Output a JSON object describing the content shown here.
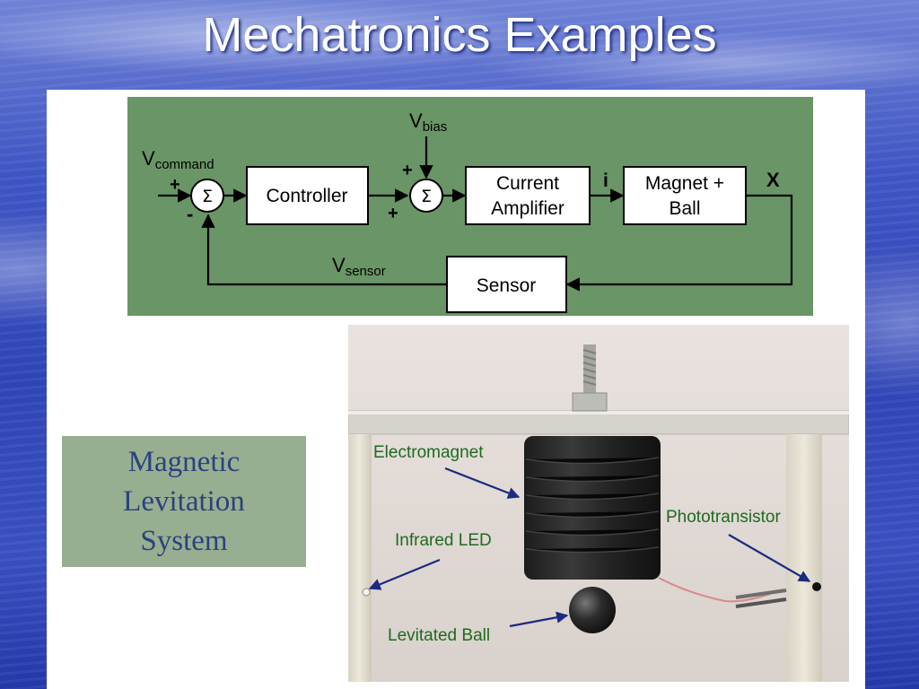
{
  "slide": {
    "title": "Mechatronics Examples"
  },
  "block_diagram": {
    "v_command_main": "V",
    "v_command_sub": "command",
    "v_bias_main": "V",
    "v_bias_sub": "bias",
    "v_sensor_main": "V",
    "v_sensor_sub": "sensor",
    "sum_symbol": "Σ",
    "plus": "+",
    "minus": "-",
    "controller": "Controller",
    "amp_line1": "Current",
    "amp_line2": "Amplifier",
    "current_label": "i",
    "magnet_line1": "Magnet +",
    "magnet_line2": "Ball",
    "output_label": "X",
    "sensor": "Sensor",
    "bg_color": "#6a9566"
  },
  "photo": {
    "electromagnet": "Electromagnet",
    "phototransistor": "Phototransistor",
    "infrared_led": "Infrared LED",
    "levitated_ball": "Levitated Ball",
    "label_color": "#1f6a1f",
    "arrow_color": "#1c2a80"
  },
  "caption": {
    "line1": "Magnetic",
    "line2": "Levitation",
    "line3": "System"
  }
}
